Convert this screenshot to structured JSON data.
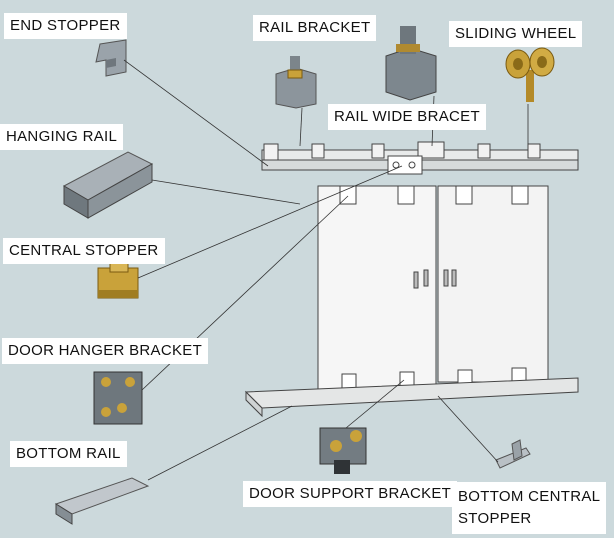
{
  "labels": {
    "end_stopper": "END STOPPER",
    "rail_bracket": "RAIL BRACKET",
    "sliding_wheel": "SLIDING WHEEL",
    "rail_wide_bracket": "RAIL WIDE BRACET",
    "hanging_rail": "HANGING RAIL",
    "central_stopper": "CENTRAL STOPPER",
    "door_hanger_bracket": "DOOR HANGER BRACKET",
    "bottom_rail": "BOTTOM RAIL",
    "door_support_bracket": "DOOR SUPPORT BRACKET",
    "bottom_central_stopper_line1": "BOTTOM CENTRAL",
    "bottom_central_stopper_line2": "STOPPER"
  },
  "colors": {
    "background": "#ccd9dc",
    "label_bg": "#ffffff",
    "line": "#333333",
    "metal": "#8a949c",
    "brass": "#c9a23a"
  }
}
